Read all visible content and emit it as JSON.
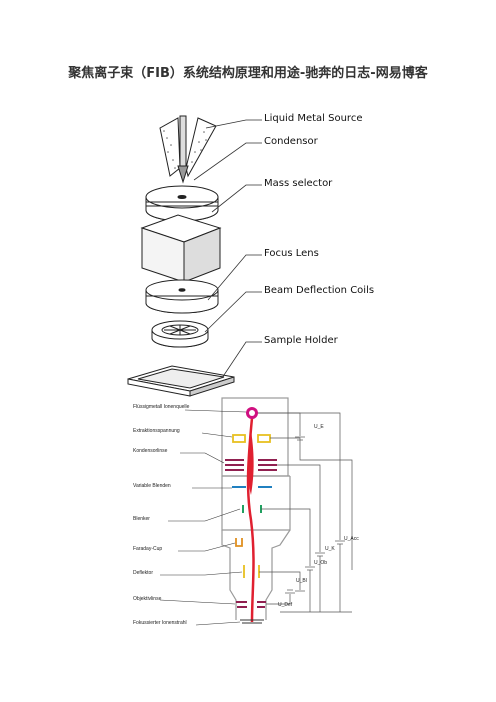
{
  "title": "聚焦离子束（FIB）系统结构原理和用途-驰奔的日志-网易博客",
  "diagram1": {
    "labels": [
      "Liquid Metal Source",
      "Condensor",
      "Mass selector",
      "Focus Lens",
      "Beam Deflection Coils",
      "Sample Holder"
    ]
  },
  "diagram2": {
    "labels": [
      "Flüssigmetall Ionenquelle",
      "Extraktionsspannung",
      "Kondensorlinse",
      "Variable Blenden",
      "Blenker",
      "Faraday-Cup",
      "Deflektor",
      "Objektivlinse",
      "Fokussierter Ionenstrahl"
    ],
    "voltages": [
      "U_E",
      "U_K",
      "U_Ob",
      "U_Bl",
      "U_Acc",
      "U_Def"
    ]
  },
  "colors": {
    "beam": "#e02030",
    "extraction": "#e8c020",
    "condenser": "#902050",
    "aperture": "#2080c0",
    "blanker": "#20a060",
    "faraday": "#e09020"
  }
}
